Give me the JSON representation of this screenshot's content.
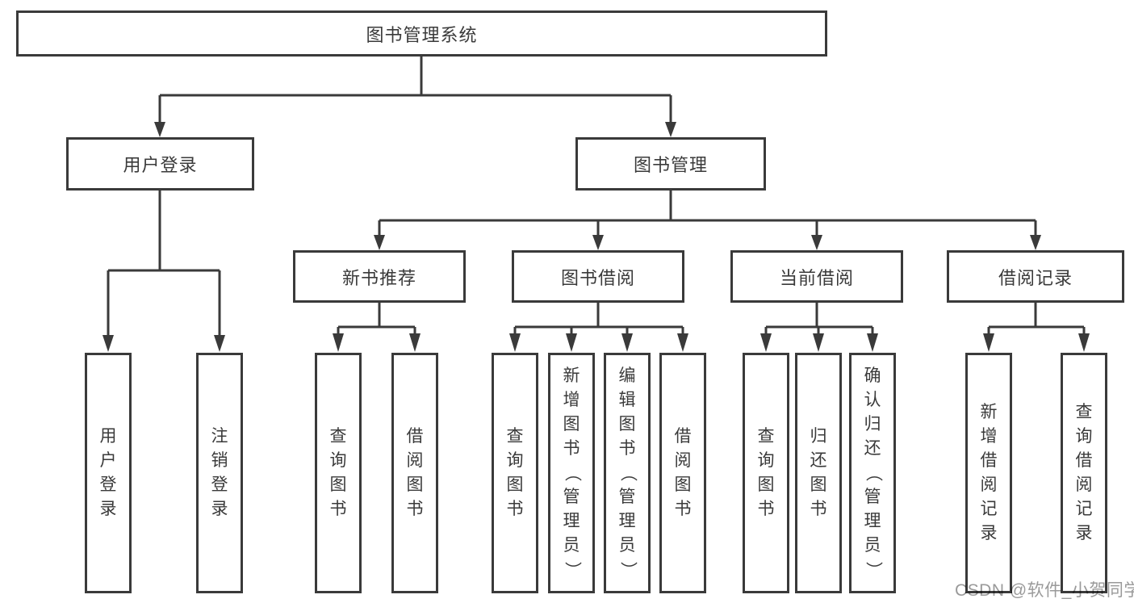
{
  "colors": {
    "line": "#3a3a3a",
    "text": "#3a3a3a",
    "background": "#ffffff",
    "watermark": "#9a9a9a"
  },
  "watermark": "CSDN @软件_小贺同学",
  "tree": {
    "root": {
      "label": "图书管理系统"
    },
    "branches": [
      {
        "label": "用户登录",
        "leaves": [
          "用户登录",
          "注销登录"
        ]
      },
      {
        "label": "图书管理",
        "groups": [
          {
            "label": "新书推荐",
            "leaves": [
              "查询图书",
              "借阅图书"
            ]
          },
          {
            "label": "图书借阅",
            "leaves": [
              "查询图书",
              "新增图书（管理员）",
              "编辑图书（管理员）",
              "借阅图书"
            ]
          },
          {
            "label": "当前借阅",
            "leaves": [
              "查询图书",
              "归还图书",
              "确认归还（管理员）"
            ]
          },
          {
            "label": "借阅记录",
            "leaves": [
              "新增借阅记录",
              "查询借阅记录"
            ]
          }
        ]
      }
    ]
  }
}
